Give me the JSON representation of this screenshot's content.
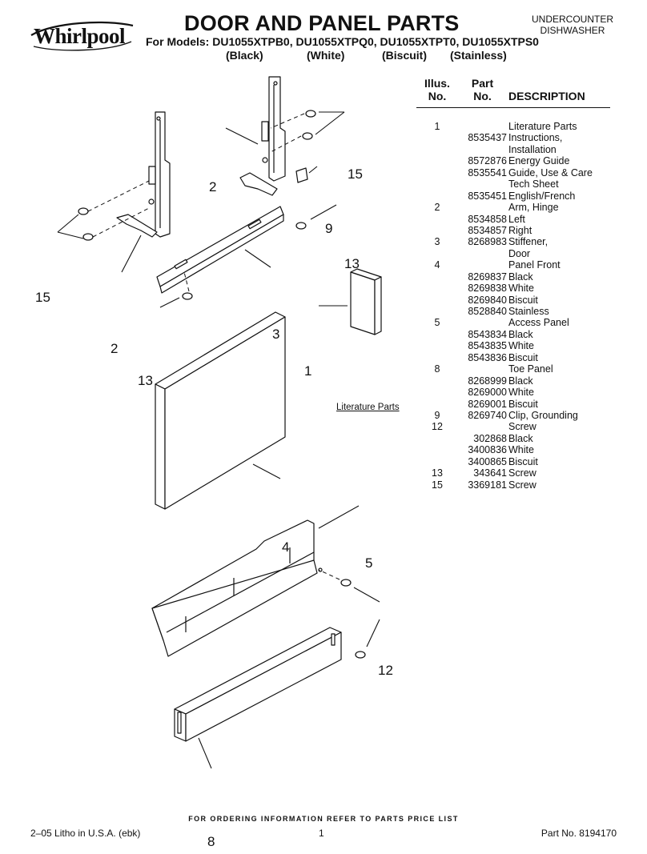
{
  "header": {
    "brand": "Whirlpool",
    "title": "DOOR AND PANEL PARTS",
    "models": "For Models: DU1055XTPB0, DU1055XTPQ0, DU1055XTPT0, DU1055XTPS0",
    "color_labels": [
      "(Black)",
      "(White)",
      "(Biscuit)",
      "(Stainless)"
    ],
    "product_line1": "UNDERCOUNTER",
    "product_line2": "DISHWASHER"
  },
  "table": {
    "col1_line1": "Illus.",
    "col1_line2": "No.",
    "col2_line1": "Part",
    "col2_line2": "No.",
    "col3": "DESCRIPTION",
    "rows": [
      {
        "illus": "1",
        "part": "",
        "desc": "Literature Parts"
      },
      {
        "illus": "",
        "part": "8535437",
        "desc": "Instructions,"
      },
      {
        "illus": "",
        "part": "",
        "desc": "Installation"
      },
      {
        "illus": "",
        "part": "8572876",
        "desc": "Energy Guide"
      },
      {
        "illus": "",
        "part": "8535541",
        "desc": "Guide, Use & Care"
      },
      {
        "illus": "",
        "part": "",
        "desc": "Tech Sheet"
      },
      {
        "illus": "",
        "part": "8535451",
        "desc": "English/French"
      },
      {
        "illus": "2",
        "part": "",
        "desc": "Arm, Hinge"
      },
      {
        "illus": "",
        "part": "8534858",
        "desc": "Left"
      },
      {
        "illus": "",
        "part": "8534857",
        "desc": "Right"
      },
      {
        "illus": "3",
        "part": "8268983",
        "desc": "Stiffener,"
      },
      {
        "illus": "",
        "part": "",
        "desc": "Door"
      },
      {
        "illus": "4",
        "part": "",
        "desc": "Panel Front"
      },
      {
        "illus": "",
        "part": "8269837",
        "desc": "Black"
      },
      {
        "illus": "",
        "part": "8269838",
        "desc": "White"
      },
      {
        "illus": "",
        "part": "8269840",
        "desc": "Biscuit"
      },
      {
        "illus": "",
        "part": "8528840",
        "desc": "Stainless"
      },
      {
        "illus": "5",
        "part": "",
        "desc": "Access Panel"
      },
      {
        "illus": "",
        "part": "8543834",
        "desc": "Black"
      },
      {
        "illus": "",
        "part": "8543835",
        "desc": "White"
      },
      {
        "illus": "",
        "part": "8543836",
        "desc": "Biscuit"
      },
      {
        "illus": "8",
        "part": "",
        "desc": "Toe Panel"
      },
      {
        "illus": "",
        "part": "8268999",
        "desc": "Black"
      },
      {
        "illus": "",
        "part": "8269000",
        "desc": "White"
      },
      {
        "illus": "",
        "part": "8269001",
        "desc": "Biscuit"
      },
      {
        "illus": "9",
        "part": "8269740",
        "desc": "Clip, Grounding"
      },
      {
        "illus": "12",
        "part": "",
        "desc": "Screw"
      },
      {
        "illus": "",
        "part": "302868",
        "desc": "Black"
      },
      {
        "illus": "",
        "part": "3400836",
        "desc": "White"
      },
      {
        "illus": "",
        "part": "3400865",
        "desc": "Biscuit"
      },
      {
        "illus": "13",
        "part": "343641",
        "desc": "Screw"
      },
      {
        "illus": "15",
        "part": "3369181",
        "desc": "Screw"
      }
    ]
  },
  "diagram": {
    "callouts": {
      "c15_top": "15",
      "c2_top": "2",
      "c9": "9",
      "c13_top": "13",
      "c15_left": "15",
      "c2_left": "2",
      "c3": "3",
      "c13_left": "13",
      "c1": "1",
      "c4": "4",
      "c5": "5",
      "c12": "12",
      "c8": "8"
    },
    "literature_label": "Literature Parts"
  },
  "footer": {
    "notice": "FOR ORDERING INFORMATION REFER TO PARTS PRICE LIST",
    "litho": "2–05 Litho in U.S.A. (ebk)",
    "page": "1",
    "part_no": "Part No. 8194170"
  }
}
